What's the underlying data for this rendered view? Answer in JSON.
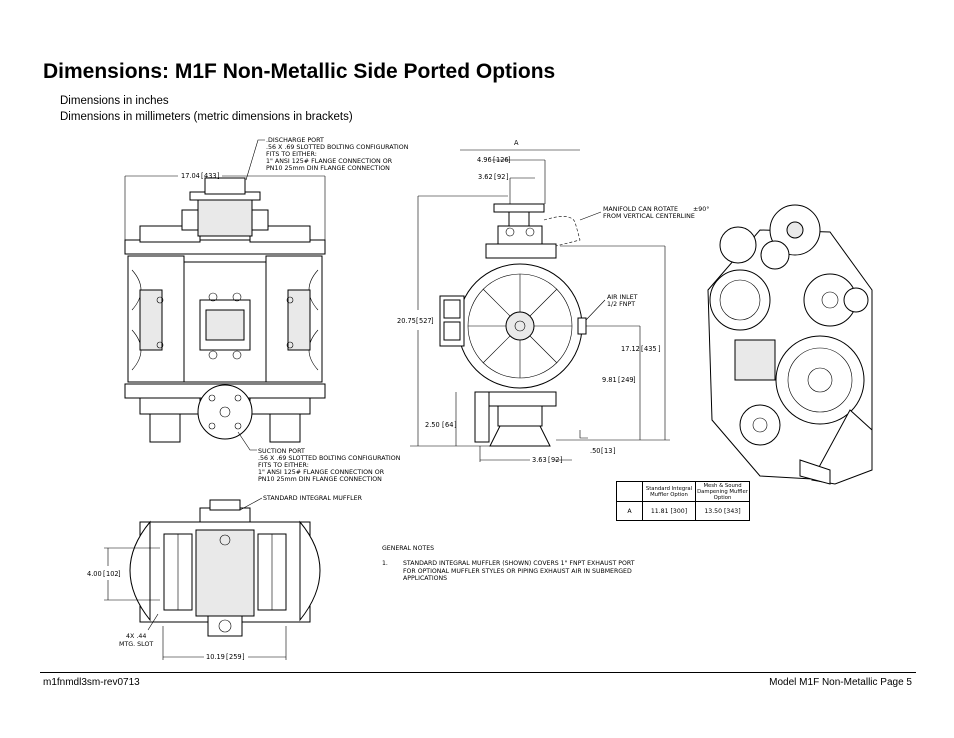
{
  "title": "Dimensions: M1F Non-Metallic Side Ported Options",
  "subtitles": [
    "Dimensions in inches",
    "Dimensions in millimeters (metric dimensions in brackets)"
  ],
  "callouts": {
    "discharge": [
      ".DISCHARGE PORT",
      ".56 X .69 SLOTTED BOLTING CONFIGURATION",
      "FITS TO EITHER:",
      "1\" ANSI 125# FLANGE CONNECTION OR",
      "PN10 25mm DIN FLANGE CONNECTION"
    ],
    "suction": [
      "SUCTION PORT",
      ".56 X .69 SLOTTED BOLTING CONFIGURATION",
      "FITS TO EITHER:",
      "1\" ANSI 125# FLANGE CONNECTION OR",
      "PN10 25mm DIN FLANGE CONNECTION"
    ],
    "manifold": [
      "MANIFOLD CAN ROTATE",
      "FROM VERTICAL CENTERLINE"
    ],
    "manifold_angle": "±90°",
    "air_inlet": [
      "AIR INLET",
      "1/2 FNPT"
    ],
    "muffler": "STANDARD INTEGRAL MUFFLER",
    "mtg_slot": [
      "4X .44",
      "MTG. SLOT"
    ]
  },
  "dims": {
    "width_front": {
      "in": "17.04",
      "mm": "433"
    },
    "a": "A",
    "d_496": {
      "in": "4.96",
      "mm": "126"
    },
    "d_362": {
      "in": "3.62",
      "mm": "92"
    },
    "height": {
      "in": "20.75",
      "mm": "527"
    },
    "d_1712": {
      "in": "17.12",
      "mm": "435"
    },
    "d_981": {
      "in": "9.81",
      "mm": "249"
    },
    "d_250": {
      "in": "2.50",
      "mm": "64"
    },
    "d_363": {
      "in": "3.63",
      "mm": "92"
    },
    "d_050": {
      "in": ".50",
      "mm": "13"
    },
    "d_400": {
      "in": "4.00",
      "mm": "102"
    },
    "d_1019": {
      "in": "10.19",
      "mm": "259"
    }
  },
  "table": {
    "headers": [
      "",
      "Standard Integral Muffler Option",
      "Mesh & Sound Dampening Muffler Option"
    ],
    "row": [
      "A",
      "11.81 [300]",
      "13.50 [343]"
    ]
  },
  "notes": {
    "heading": "GENERAL NOTES",
    "number": "1.",
    "lines": [
      "STANDARD INTEGRAL MUFFLER (SHOWN) COVERS 1\" FNPT EXHAUST PORT",
      "FOR OPTIONAL MUFFLER STYLES OR PIPING EXHAUST AIR IN SUBMERGED",
      "APPLICATIONS"
    ]
  },
  "footer": {
    "left": "m1fnmdl3sm-rev0713",
    "right": "Model M1F Non-Metallic Page 5"
  }
}
